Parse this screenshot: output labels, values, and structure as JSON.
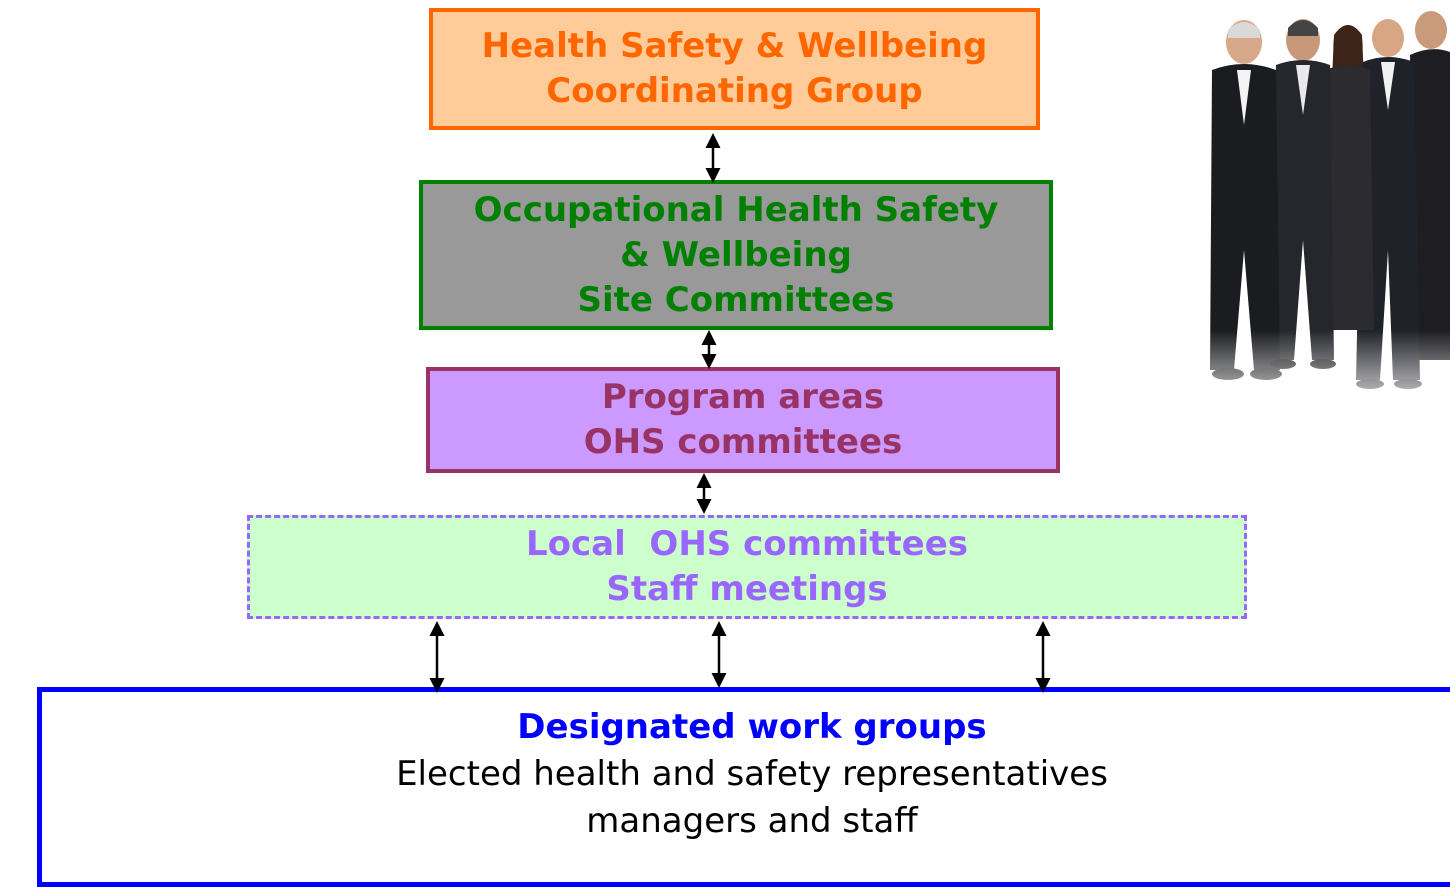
{
  "boxes": {
    "coordinating_group": {
      "line1": "Health Safety & Wellbeing",
      "line2": "Coordinating Group",
      "colors": {
        "fill": "#ffcc99",
        "border": "#ff6600",
        "text": "#ff6600"
      }
    },
    "site_committees": {
      "line1": "Occupational Health Safety",
      "line2": "& Wellbeing",
      "line3": "Site Committees",
      "colors": {
        "fill": "#999999",
        "border": "#008000",
        "text": "#008000"
      }
    },
    "program_areas": {
      "line1": "Program areas",
      "line2": "OHS committees",
      "colors": {
        "fill": "#cc99ff",
        "border": "#993366",
        "text": "#993366"
      }
    },
    "local_committees": {
      "line1": "Local  OHS committees",
      "line2": "Staff meetings",
      "colors": {
        "fill": "#ccffcc",
        "border": "#9966ff",
        "text": "#9966ff"
      }
    },
    "work_groups": {
      "heading": "Designated work groups",
      "line1": "Elected health and safety representatives",
      "line2": "managers and staff",
      "colors": {
        "border": "#0000ff",
        "heading": "#0000ff",
        "text": "#000000"
      }
    }
  },
  "connectors": {
    "style": "double-headed-arrow",
    "color": "#000000"
  },
  "image": {
    "subject": "group of business people in suits"
  }
}
